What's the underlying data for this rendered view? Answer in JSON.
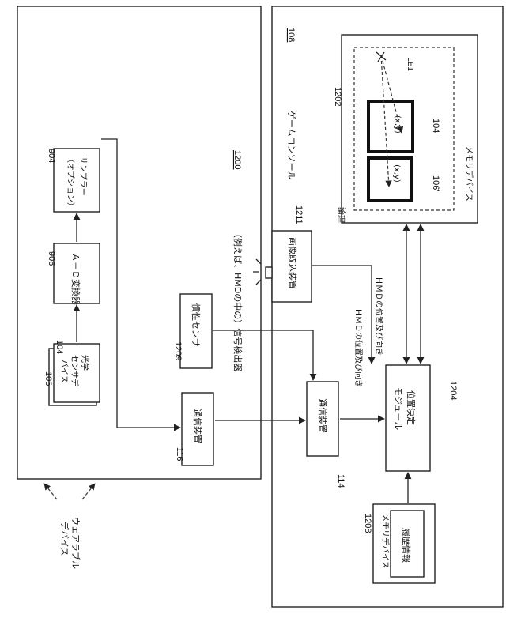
{
  "frame1200": {
    "title": "（例えば、HMDの中の）信号検出器",
    "ref": "1200"
  },
  "console108": {
    "title": "ゲームコンソール",
    "ref": "108"
  },
  "optical_sensor": {
    "label_lines": [
      "光学",
      "センサデ",
      "バイス"
    ],
    "ref_front": "104",
    "ref_back": "106"
  },
  "adc": {
    "label": "Ａ－Ｄ変換器",
    "ref": "906"
  },
  "sampler": {
    "label_lines": [
      "サンプラー",
      "（オプション）"
    ],
    "ref": "904"
  },
  "inertial_sensor": {
    "label": "慣性センサ",
    "ref": "1209"
  },
  "comm_hmd": {
    "label": "通信装置",
    "ref": "116"
  },
  "comm_console": {
    "label": "通信装置",
    "ref": "114"
  },
  "image_capture": {
    "label": "画像取込装置",
    "ref": "1211"
  },
  "position_module": {
    "label_lines": [
      "位置決定",
      "モジュール"
    ],
    "ref": "1204"
  },
  "memory_top": {
    "label": "メモリデバイス",
    "ref": "1202",
    "logic_label": "論理",
    "le_label": "LE1",
    "coord_a": "(x,y)",
    "coord_b": "(x,y)",
    "ref_a": "106'",
    "ref_b": "104'"
  },
  "memory_bottom": {
    "label": "メモリデバイス",
    "history": "履歴情報",
    "ref": "1208"
  },
  "wearable": {
    "label_lines": [
      "ウェアラブル",
      "デバイス"
    ]
  },
  "arrow_labels": {
    "hmd_pos_1": "ＨＭＤの位置及び向き",
    "hmd_pos_2": "ＨＭＤの位置及び向き"
  }
}
